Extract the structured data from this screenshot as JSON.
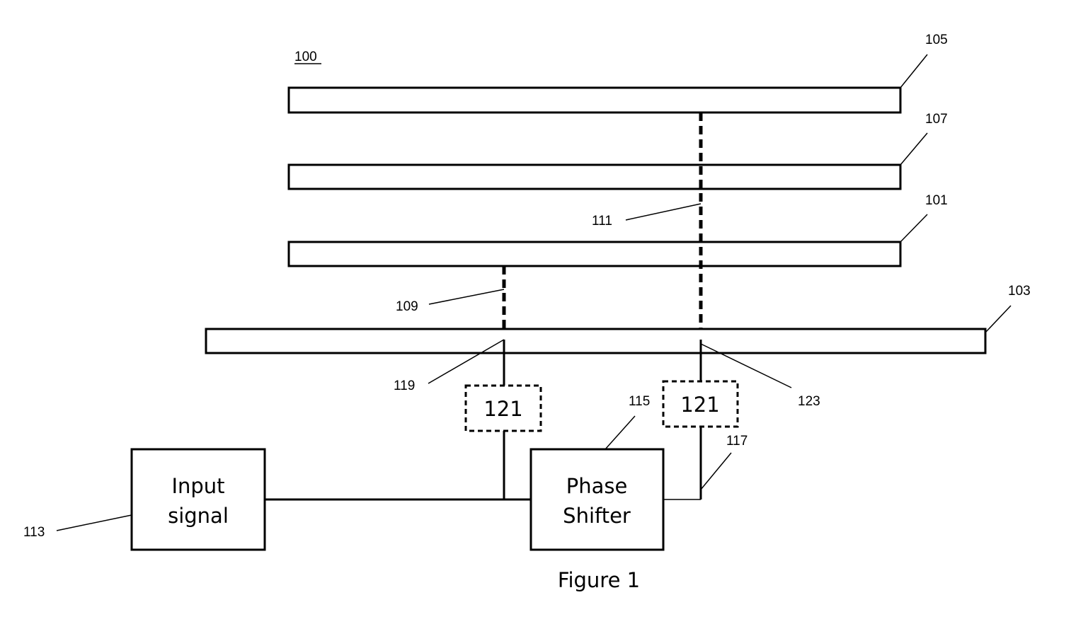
{
  "figure": {
    "id_label": "100",
    "caption": "Figure 1"
  },
  "plates": {
    "p105": "105",
    "p107": "107",
    "p101": "101",
    "p103": "103"
  },
  "vias": {
    "v111": "111",
    "v109": "109"
  },
  "points": {
    "p119": "119",
    "p123": "123"
  },
  "components": {
    "input_signal": {
      "ref": "113",
      "line1": "Input",
      "line2": "signal"
    },
    "phase_shifter": {
      "ref": "115",
      "line1": "Phase",
      "line2": "Shifter"
    },
    "optional_left": {
      "label": "121"
    },
    "optional_right": {
      "label": "121"
    },
    "feed_line": {
      "ref": "117"
    }
  }
}
